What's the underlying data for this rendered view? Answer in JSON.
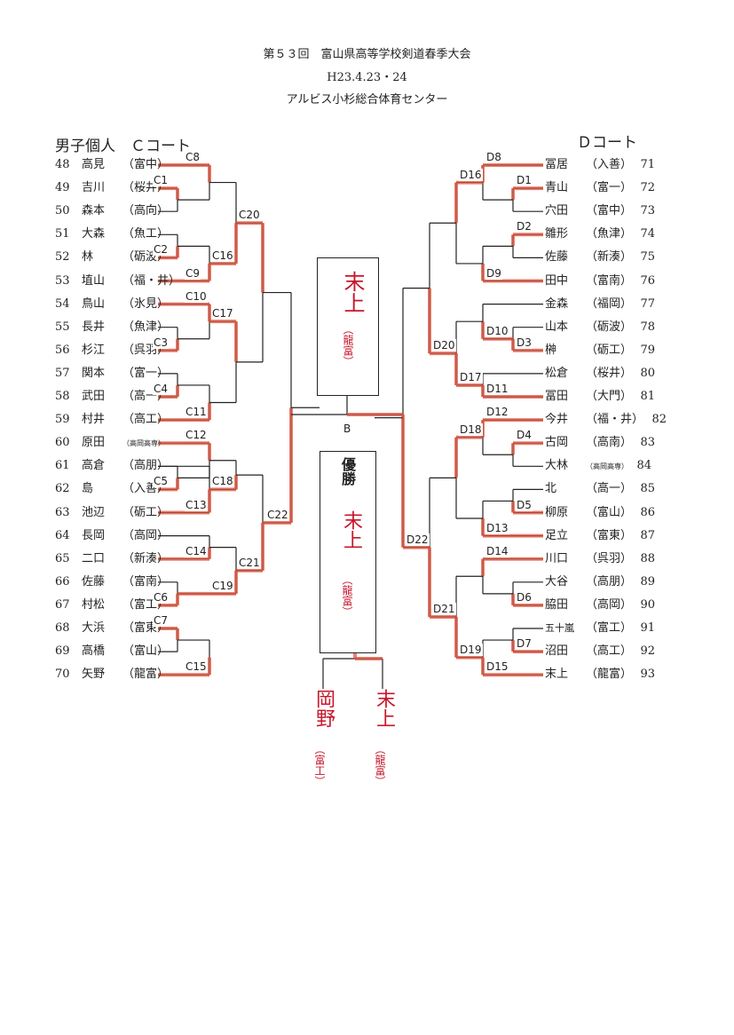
{
  "header": {
    "title": "第５３回　富山県高等学校剣道春季大会",
    "date": "H23.4.23・24",
    "venue": "アルビス小杉総合体育センター"
  },
  "left_court": {
    "title": "男子個人　Ｃコート"
  },
  "right_court": {
    "title": "Ｄコート"
  },
  "left_teams": [
    {
      "num": "48",
      "name": "高見",
      "school": "（富中）"
    },
    {
      "num": "49",
      "name": "吉川",
      "school": "（桜井）"
    },
    {
      "num": "50",
      "name": "森本",
      "school": "（高向）"
    },
    {
      "num": "51",
      "name": "大森",
      "school": "（魚工）"
    },
    {
      "num": "52",
      "name": "林",
      "school": "（砺波）"
    },
    {
      "num": "53",
      "name": "埴山",
      "school": "（福・井）"
    },
    {
      "num": "54",
      "name": "鳥山",
      "school": "（氷見）"
    },
    {
      "num": "55",
      "name": "長井",
      "school": "（魚津）"
    },
    {
      "num": "56",
      "name": "杉江",
      "school": "（呉羽）"
    },
    {
      "num": "57",
      "name": "関本",
      "school": "（富一）"
    },
    {
      "num": "58",
      "name": "武田",
      "school": "（高一）"
    },
    {
      "num": "59",
      "name": "村井",
      "school": "（高工）"
    },
    {
      "num": "60",
      "name": "原田",
      "school": "（高岡高専）"
    },
    {
      "num": "61",
      "name": "高倉",
      "school": "（高朋）"
    },
    {
      "num": "62",
      "name": "島",
      "school": "（入善）"
    },
    {
      "num": "63",
      "name": "池辺",
      "school": "（砺工）"
    },
    {
      "num": "64",
      "name": "長岡",
      "school": "（高岡）"
    },
    {
      "num": "65",
      "name": "二口",
      "school": "（新湊）"
    },
    {
      "num": "66",
      "name": "佐藤",
      "school": "（富南）"
    },
    {
      "num": "67",
      "name": "村松",
      "school": "（富工）"
    },
    {
      "num": "68",
      "name": "大浜",
      "school": "（富東）"
    },
    {
      "num": "69",
      "name": "高橋",
      "school": "（富山）"
    },
    {
      "num": "70",
      "name": "矢野",
      "school": "（龍富）"
    }
  ],
  "right_teams": [
    {
      "num": "71",
      "name": "冨居",
      "school": "（入善）"
    },
    {
      "num": "72",
      "name": "青山",
      "school": "（富一）"
    },
    {
      "num": "73",
      "name": "穴田",
      "school": "（富中）"
    },
    {
      "num": "74",
      "name": "雛形",
      "school": "（魚津）"
    },
    {
      "num": "75",
      "name": "佐藤",
      "school": "（新湊）"
    },
    {
      "num": "76",
      "name": "田中",
      "school": "（富南）"
    },
    {
      "num": "77",
      "name": "金森",
      "school": "（福岡）"
    },
    {
      "num": "78",
      "name": "山本",
      "school": "（砺波）"
    },
    {
      "num": "79",
      "name": "榊",
      "school": "（砺工）"
    },
    {
      "num": "80",
      "name": "松倉",
      "school": "（桜井）"
    },
    {
      "num": "81",
      "name": "冨田",
      "school": "（大門）"
    },
    {
      "num": "82",
      "name": "今井",
      "school": "（福・井）"
    },
    {
      "num": "83",
      "name": "古岡",
      "school": "（高南）"
    },
    {
      "num": "84",
      "name": "大林",
      "school": "（高岡高専）"
    },
    {
      "num": "85",
      "name": "北",
      "school": "（高一）"
    },
    {
      "num": "86",
      "name": "柳原",
      "school": "（富山）"
    },
    {
      "num": "87",
      "name": "足立",
      "school": "（富東）"
    },
    {
      "num": "88",
      "name": "川口",
      "school": "（呉羽）"
    },
    {
      "num": "89",
      "name": "大谷",
      "school": "（高朋）"
    },
    {
      "num": "90",
      "name": "脇田",
      "school": "（高岡）"
    },
    {
      "num": "91",
      "name": "五十嵐",
      "school": "（富工）"
    },
    {
      "num": "92",
      "name": "沼田",
      "school": "（高工）"
    },
    {
      "num": "93",
      "name": "末上",
      "school": "（龍富）"
    }
  ],
  "match_labels_left": [
    "C1",
    "C2",
    "C3",
    "C4",
    "C5",
    "C6",
    "C7",
    "C8",
    "C9",
    "C10",
    "C11",
    "C12",
    "C13",
    "C14",
    "C15",
    "C16",
    "C17",
    "C18",
    "C19",
    "C20",
    "C21",
    "C22"
  ],
  "match_labels_right": [
    "D1",
    "D2",
    "D3",
    "D4",
    "D5",
    "D6",
    "D7",
    "D8",
    "D9",
    "D10",
    "D11",
    "D12",
    "D13",
    "D14",
    "D15",
    "D16",
    "D17",
    "D18",
    "D19",
    "D20",
    "D21",
    "D22"
  ],
  "final": {
    "b_label": "B",
    "semifinal_winner": "末上",
    "semifinal_winner_school": "（龍富）",
    "champion_title": "優勝",
    "champion_name": "末上",
    "champion_school": "（龍富）",
    "finalist_left_name": "岡野",
    "finalist_left_school": "（富工）",
    "finalist_right_name": "末上",
    "finalist_right_school": "（龍富）"
  },
  "colors": {
    "ink": "#222222",
    "marker": "#e0563f",
    "pen": "#c7162b"
  }
}
